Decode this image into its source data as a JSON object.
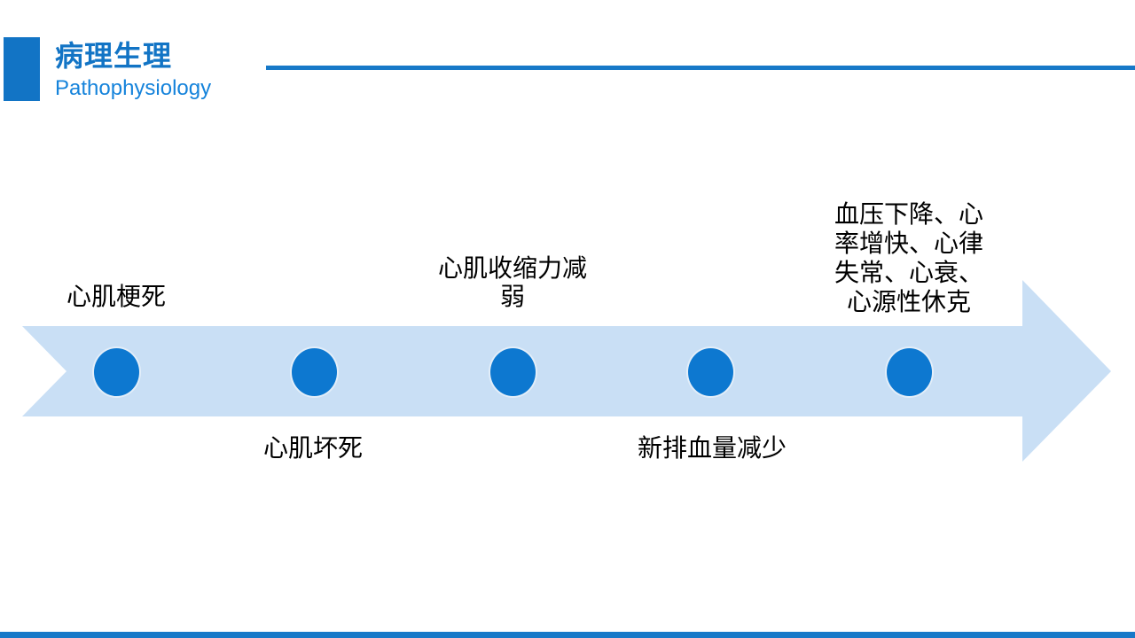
{
  "header": {
    "title": "病理生理",
    "subtitle": "Pathophysiology"
  },
  "timeline": {
    "items": [
      {
        "label": "心肌梗死",
        "label_position": "above"
      },
      {
        "label": "心肌坏死",
        "label_position": "below"
      },
      {
        "label": "心肌收缩力减\n弱",
        "label_position": "above"
      },
      {
        "label": "新排血量减少",
        "label_position": "below"
      },
      {
        "label": "血压下降、心\n率增快、心律\n失常、心衰、\n心源性休克",
        "label_position": "above"
      }
    ]
  },
  "colors": {
    "accent_blue": "#1274C5",
    "subtitle_blue": "#1583DB",
    "rule_blue": "#1779C8",
    "arrow_fill": "#C9DFF5",
    "dot_fill": "#0D78D0",
    "dot_border": "#E3EEF9",
    "label_text": "#000000"
  }
}
